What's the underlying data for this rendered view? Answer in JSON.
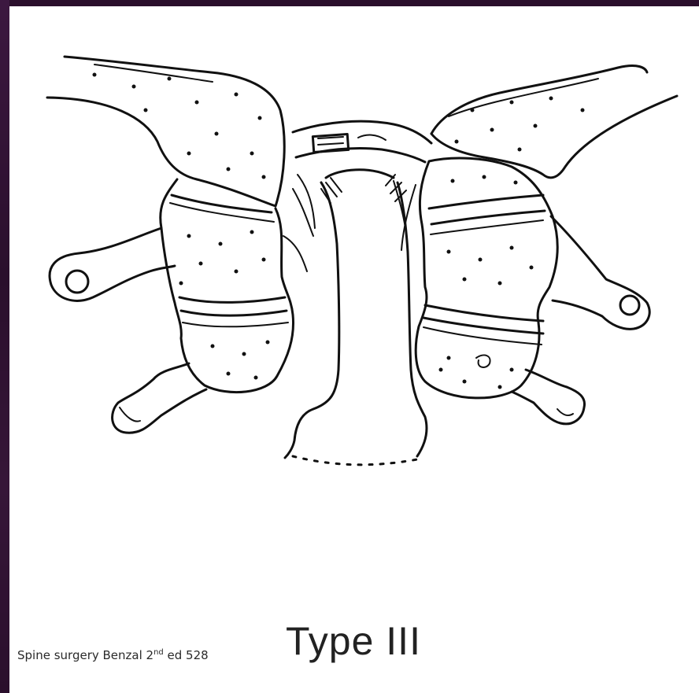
{
  "figure": {
    "type_label": "Type III",
    "citation": {
      "prefix": "Spine surgery Benzal 2",
      "superscript": "nd",
      "suffix": " ed 528"
    }
  },
  "colors": {
    "frame": "#2a0f2c",
    "slide_background": "#ffffff",
    "ink": "#111111"
  }
}
